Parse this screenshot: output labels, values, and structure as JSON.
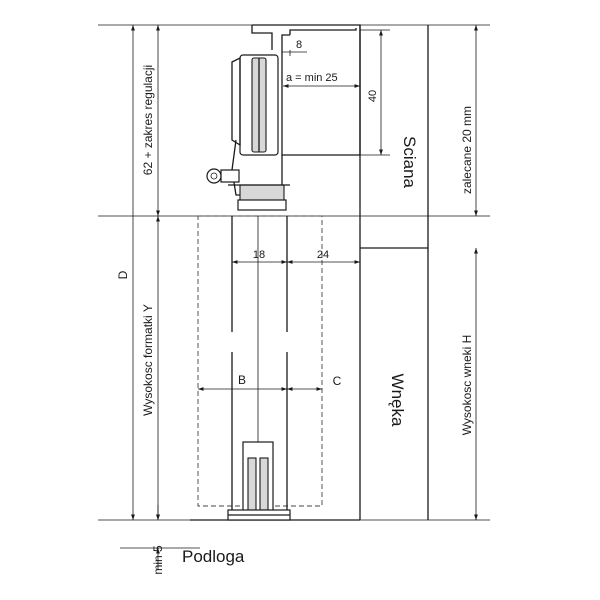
{
  "dimensions": {
    "gap_8": "8",
    "min_25": "a = min  25",
    "height_40": "40",
    "adjust_62": "62 + zakres regulacji",
    "recommended_20": "zalecane 20 mm",
    "D": "D",
    "width_18": "18",
    "width_24": "24",
    "panel_height_Y": "Wysokosc formatki  Y",
    "niche_height_H": "Wysokosc wneki   H",
    "B": "B",
    "C": "C",
    "min_5": "min  5"
  },
  "labels": {
    "wall": "Sciana",
    "niche": "Wnęka",
    "floor": "Podloga"
  }
}
